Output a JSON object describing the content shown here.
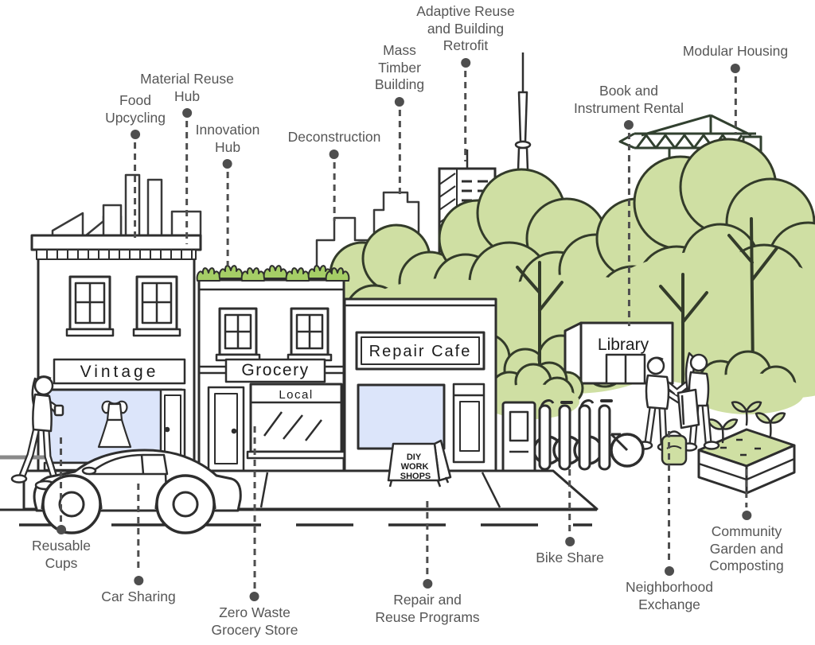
{
  "illustration": {
    "title": "Circular economy neighborhood diagram",
    "colors": {
      "outline": "#2e2e2e",
      "tree_green": "#cfdfa3",
      "shrub_green": "#a5ce66",
      "window_blue": "#dce5fa",
      "label_text": "#565656",
      "connector": "#4e4e4e"
    },
    "signs": {
      "vintage": "Vintage",
      "grocery": "Grocery",
      "local": "Local",
      "repair_cafe": "Repair Cafe",
      "library": "Library",
      "diy": [
        "DIY",
        "WORK",
        "SHOPS"
      ]
    },
    "labels": [
      {
        "id": "food-upcycling",
        "text": "Food\nUpcycling"
      },
      {
        "id": "material-reuse-hub",
        "text": "Material Reuse\nHub"
      },
      {
        "id": "innovation-hub",
        "text": "Innovation\nHub"
      },
      {
        "id": "deconstruction",
        "text": "Deconstruction"
      },
      {
        "id": "mass-timber-building",
        "text": "Mass\nTimber\nBuilding"
      },
      {
        "id": "adaptive-reuse",
        "text": "Adaptive Reuse\nand Building\nRetrofit"
      },
      {
        "id": "modular-housing",
        "text": "Modular Housing"
      },
      {
        "id": "book-instrument-rental",
        "text": "Book and\nInstrument Rental"
      },
      {
        "id": "reusable-cups",
        "text": "Reusable\nCups"
      },
      {
        "id": "car-sharing",
        "text": "Car Sharing"
      },
      {
        "id": "zero-waste-grocery",
        "text": "Zero Waste\nGrocery Store"
      },
      {
        "id": "repair-reuse-programs",
        "text": "Repair and\nReuse Programs"
      },
      {
        "id": "bike-share",
        "text": "Bike Share"
      },
      {
        "id": "neighborhood-exchange",
        "text": "Neighborhood\nExchange"
      },
      {
        "id": "community-garden",
        "text": "Community\nGarden and\nComposting"
      }
    ]
  }
}
